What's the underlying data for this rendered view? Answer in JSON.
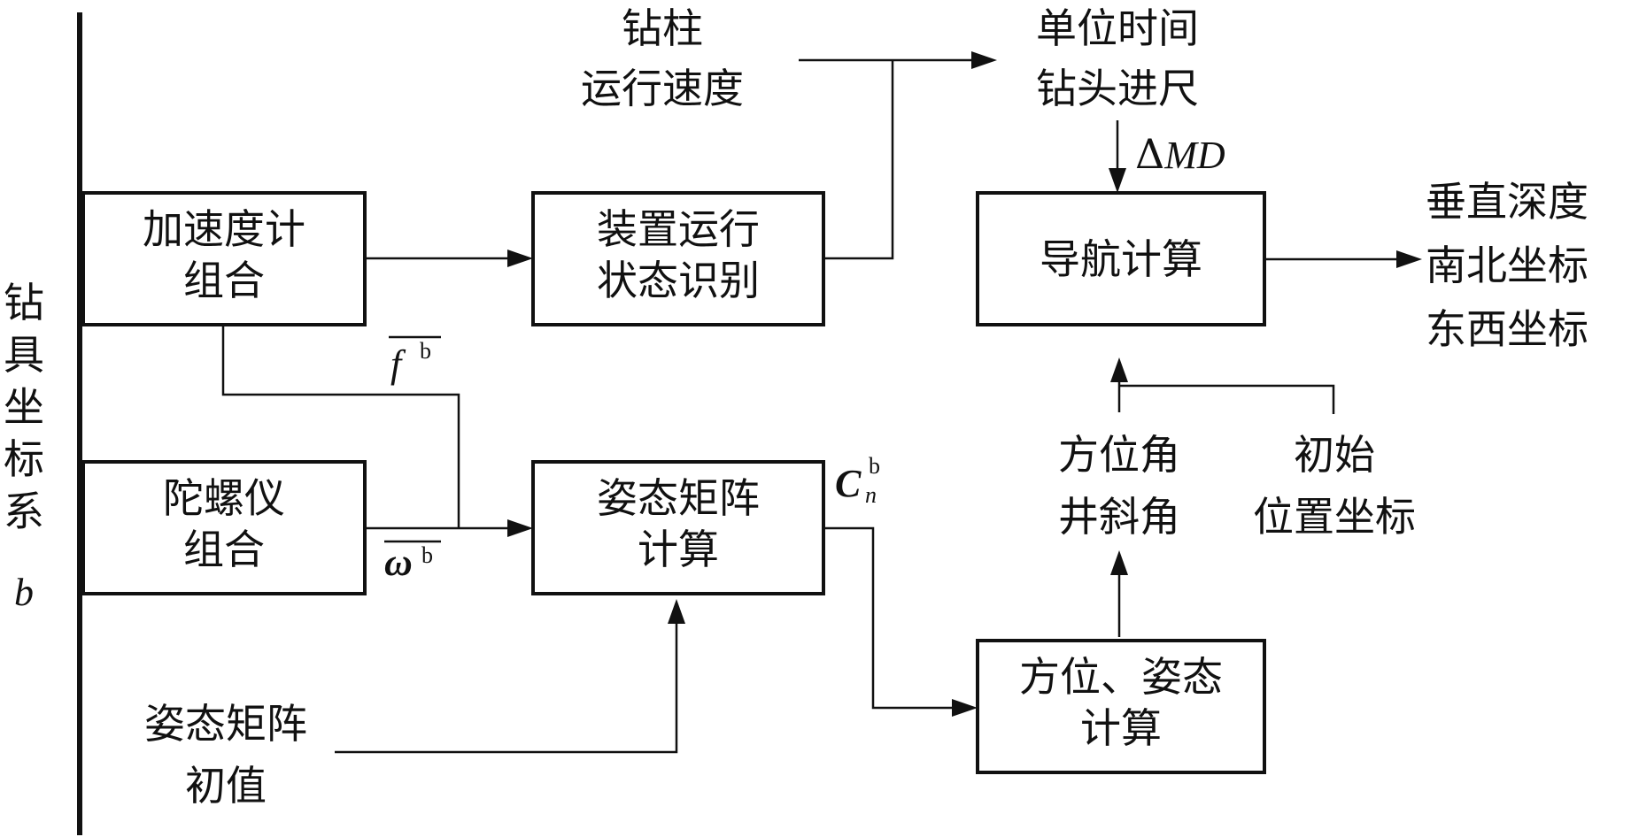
{
  "axis": {
    "label_lines": [
      "钻",
      "具",
      "坐",
      "标",
      "系"
    ],
    "symbol": "b"
  },
  "boxes": {
    "accelerometer": [
      "加速度计",
      "组合"
    ],
    "gyroscope": [
      "陀螺仪",
      "组合"
    ],
    "state_recognition": [
      "装置运行",
      "状态识别"
    ],
    "attitude_matrix_calc": [
      "姿态矩阵",
      "计算"
    ],
    "navigation_calc": [
      "导航计算"
    ],
    "azimuth_attitude_calc": [
      "方位、姿态",
      "计算"
    ]
  },
  "labels": {
    "drill_speed": [
      "钻柱",
      "运行速度"
    ],
    "unit_footage": [
      "单位时间",
      "钻头进尺"
    ],
    "outputs": [
      "垂直深度",
      "南北坐标",
      "东西坐标"
    ],
    "angles": [
      "方位角",
      "井斜角"
    ],
    "initial_position": [
      "初始",
      "位置坐标"
    ],
    "attitude_init": [
      "姿态矩阵",
      "初值"
    ]
  },
  "symbols": {
    "delta_md_prefix": "Δ",
    "delta_md": "MD",
    "f_base": "f",
    "f_sup": "b",
    "omega_base": "ω",
    "omega_sup": "b",
    "c_base": "C",
    "c_sup": "b",
    "c_sub": "n"
  }
}
